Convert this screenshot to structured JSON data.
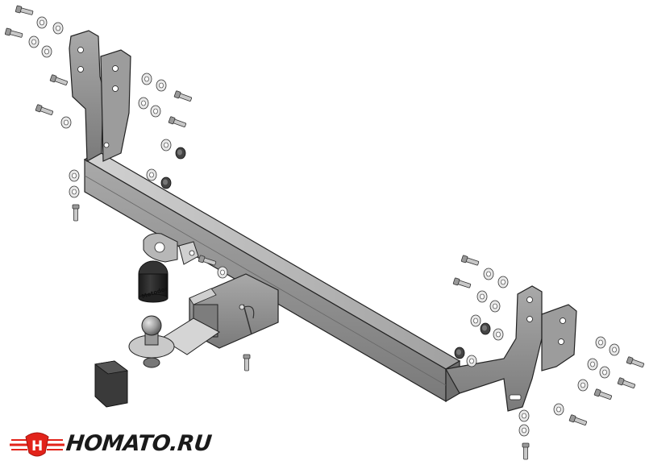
{
  "brand": {
    "name": "Homato.ru",
    "display": "HOMATO.RU",
    "accent_color": "#e2231a"
  },
  "cover_label": "Motodor",
  "colors": {
    "steel": "#8a8a8a",
    "steel_light": "#b5b5b5",
    "steel_dark": "#555555",
    "outline": "#222222",
    "black_part": "#2a2a2a"
  },
  "parts": [
    {
      "name": "crossbeam"
    },
    {
      "name": "left-bracket"
    },
    {
      "name": "right-bracket"
    },
    {
      "name": "receiver-tube"
    },
    {
      "name": "ball-mount"
    },
    {
      "name": "tow-ball"
    },
    {
      "name": "ball-cover"
    },
    {
      "name": "receiver-plug"
    },
    {
      "name": "socket-plate"
    },
    {
      "name": "hitch-pin"
    }
  ]
}
